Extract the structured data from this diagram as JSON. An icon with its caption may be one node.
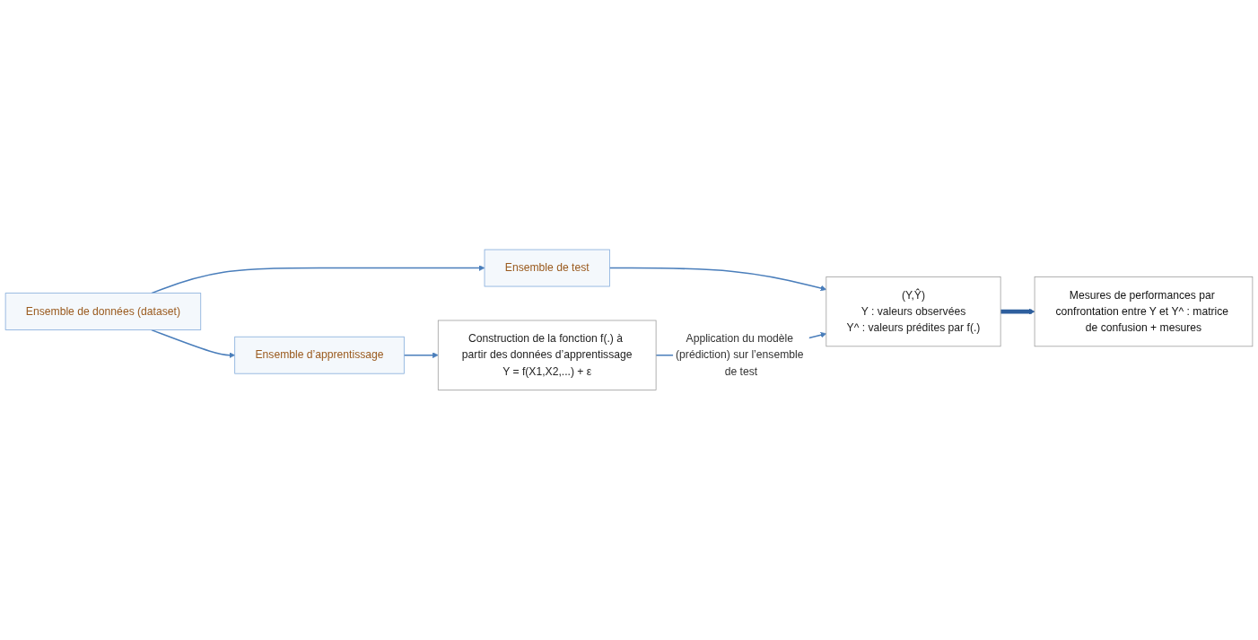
{
  "diagram": {
    "nodes": [
      {
        "text": [
          "Ensemble de données (dataset)"
        ]
      },
      {
        "text": [
          "Ensemble d’apprentissage"
        ]
      },
      {
        "text": [
          "Ensemble de test"
        ]
      },
      {
        "text": [
          "Construction de la fonction f(.) à partir des données d’apprentissage",
          "Y = f(X1,X2,...) + ε"
        ]
      },
      {
        "text": [
          "(Y,Ŷ)",
          "Y : valeurs observées",
          "Y^ : valeurs prédites par f(.)"
        ]
      },
      {
        "text": [
          "Mesures de performances par confrontation entre Y et Y^ : matrice de confusion + mesures"
        ]
      }
    ],
    "edges": [
      {
        "from": 0,
        "to": 1,
        "arrow": "to"
      },
      {
        "from": 0,
        "to": 2,
        "arrow": "to"
      },
      {
        "from": 1,
        "to": 3,
        "arrow": "to"
      },
      {
        "from": 2,
        "to": 4,
        "arrow": "to"
      },
      {
        "from": 3,
        "to": 4,
        "arrow": "to",
        "label": "Application du modèle (prédiction) sur l’ensemble de test"
      },
      {
        "from": 4,
        "to": 5,
        "arrow": "to",
        "style": "thick",
        "color": "#2e5f9e"
      }
    ]
  }
}
